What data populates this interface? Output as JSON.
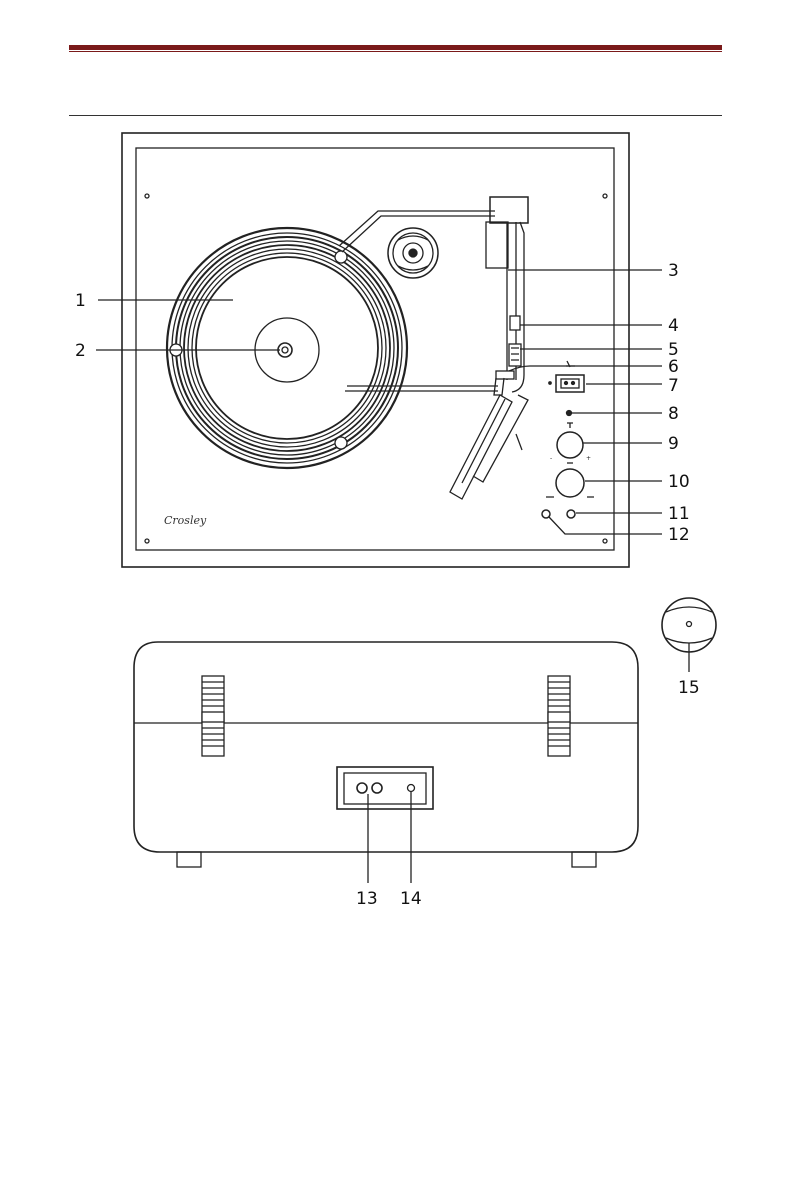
{
  "header": {
    "title": ""
  },
  "top_view": {
    "brand_logo": "Crosley",
    "pitch_labels": {
      "minus": "-",
      "plus": "+"
    },
    "volume_labels": {
      "minus": "–",
      "plus": "–"
    }
  },
  "callouts": [
    {
      "id": "1",
      "label": "1"
    },
    {
      "id": "2",
      "label": "2"
    },
    {
      "id": "3",
      "label": "3"
    },
    {
      "id": "4",
      "label": "4"
    },
    {
      "id": "5",
      "label": "5"
    },
    {
      "id": "6",
      "label": "6"
    },
    {
      "id": "7",
      "label": "7"
    },
    {
      "id": "8",
      "label": "8"
    },
    {
      "id": "9",
      "label": "9"
    },
    {
      "id": "10",
      "label": "10"
    },
    {
      "id": "11",
      "label": "11"
    },
    {
      "id": "12",
      "label": "12"
    },
    {
      "id": "13",
      "label": "13"
    },
    {
      "id": "14",
      "label": "14"
    },
    {
      "id": "15",
      "label": "15"
    }
  ],
  "colors": {
    "header_bar": "#7a1a1a",
    "line": "#222222"
  }
}
